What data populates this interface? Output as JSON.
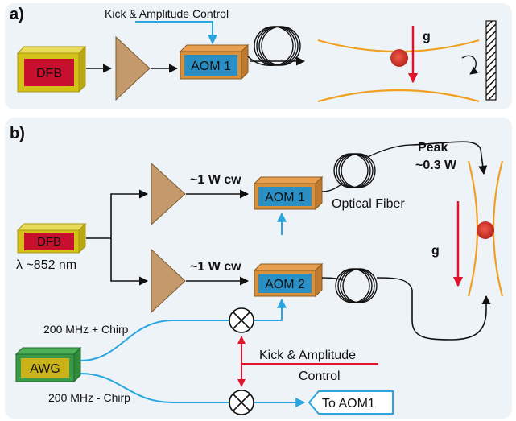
{
  "colors": {
    "panel_bg": "#eef3f8",
    "dfb_front": "#c8102e",
    "dfb_frame": "#d4c21a",
    "amp_fill": "#c49a6c",
    "aom_top": "#d8903a",
    "aom_front": "#2a8fc4",
    "awg_front": "#c9b21a",
    "awg_side": "#2f8a3c",
    "control_line": "#29a6df",
    "beam": "#f0a020",
    "gravity_arrow": "#e0142a",
    "atom": "#d6332a"
  },
  "panel_a": {
    "label": "a)",
    "kick_label": "Kick  & Amplitude Control",
    "dfb_label": "DFB",
    "aom_label": "AOM 1",
    "g_label": "g"
  },
  "panel_b": {
    "label": "b)",
    "dfb_label": "DFB",
    "wavelength_label": "λ ~852 nm",
    "amp1_label": "~1 W cw",
    "amp2_label": "~1 W cw",
    "aom1_label": "AOM 1",
    "aom2_label": "AOM 2",
    "fiber_label": "Optical Fiber",
    "peak_label_1": "Peak",
    "peak_label_2": "~0.3 W",
    "g_label": "g",
    "awg_label": "AWG",
    "chirp_plus_label": "200 MHz + Chirp",
    "chirp_minus_label": "200 MHz - Chirp",
    "kick_label_1": "Kick  & Amplitude",
    "kick_label_2": "Control",
    "to_aom1_label": "To AOM1"
  }
}
